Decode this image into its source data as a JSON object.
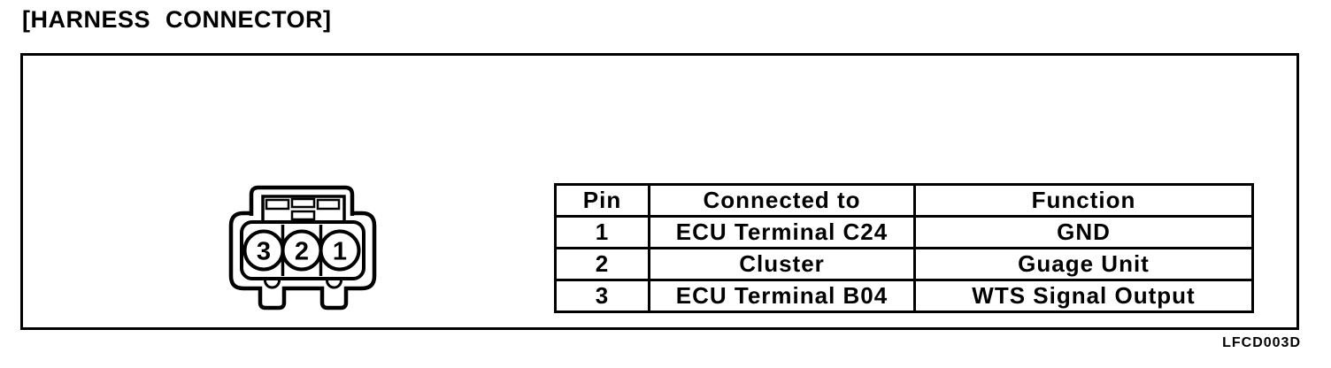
{
  "title": "[HARNESS CONNECTOR]",
  "figure_code": "LFCD003D",
  "colors": {
    "ink": "#000000",
    "background": "#ffffff"
  },
  "connector": {
    "description": "3-pin harness connector front view",
    "pins": [
      "3",
      "2",
      "1"
    ]
  },
  "table": {
    "headers": [
      "Pin",
      "Connected to",
      "Function"
    ],
    "rows": [
      [
        "1",
        "ECU Terminal C24",
        "GND"
      ],
      [
        "2",
        "Cluster",
        "Guage Unit"
      ],
      [
        "3",
        "ECU Terminal B04",
        "WTS Signal Output"
      ]
    ]
  }
}
